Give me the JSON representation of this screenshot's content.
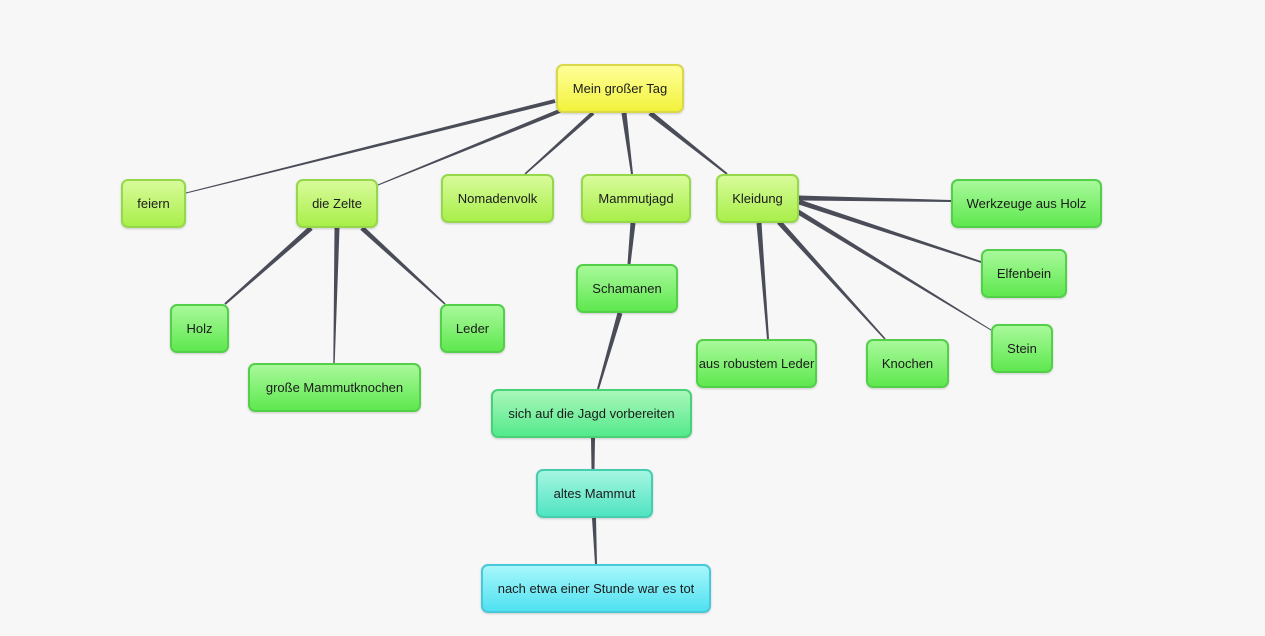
{
  "mindmap": {
    "nodes": [
      {
        "id": "root",
        "label": "Mein großer Tag",
        "color": "yellow"
      },
      {
        "id": "feiern",
        "label": "feiern",
        "color": "lime"
      },
      {
        "id": "zelte",
        "label": "die Zelte",
        "color": "lime"
      },
      {
        "id": "nomaden",
        "label": "Nomadenvolk",
        "color": "lime"
      },
      {
        "id": "mammutjagd",
        "label": "Mammutjagd",
        "color": "lime"
      },
      {
        "id": "kleidung",
        "label": "Kleidung",
        "color": "lime"
      },
      {
        "id": "werkzeuge",
        "label": "Werkzeuge aus Holz",
        "color": "green"
      },
      {
        "id": "elfenbein",
        "label": "Elfenbein",
        "color": "green"
      },
      {
        "id": "stein",
        "label": "Stein",
        "color": "green"
      },
      {
        "id": "knochen",
        "label": "Knochen",
        "color": "green"
      },
      {
        "id": "leder_robust",
        "label": "aus robustem Leder",
        "color": "green"
      },
      {
        "id": "holz",
        "label": "Holz",
        "color": "green"
      },
      {
        "id": "mammutknochen",
        "label": "große Mammutknochen",
        "color": "green"
      },
      {
        "id": "leder",
        "label": "Leder",
        "color": "green"
      },
      {
        "id": "schamanen",
        "label": "Schamanen",
        "color": "green"
      },
      {
        "id": "jagd",
        "label": "sich auf die Jagd vorbereiten",
        "color": "mint"
      },
      {
        "id": "altes",
        "label": "altes Mammut",
        "color": "teal"
      },
      {
        "id": "tot",
        "label": "nach etwa einer Stunde war es tot",
        "color": "cyan"
      }
    ],
    "edges": [
      [
        "root",
        "feiern"
      ],
      [
        "root",
        "zelte"
      ],
      [
        "root",
        "nomaden"
      ],
      [
        "root",
        "mammutjagd"
      ],
      [
        "root",
        "kleidung"
      ],
      [
        "zelte",
        "holz"
      ],
      [
        "zelte",
        "mammutknochen"
      ],
      [
        "zelte",
        "leder"
      ],
      [
        "mammutjagd",
        "schamanen"
      ],
      [
        "schamanen",
        "jagd"
      ],
      [
        "jagd",
        "altes"
      ],
      [
        "altes",
        "tot"
      ],
      [
        "kleidung",
        "werkzeuge"
      ],
      [
        "kleidung",
        "elfenbein"
      ],
      [
        "kleidung",
        "stein"
      ],
      [
        "kleidung",
        "knochen"
      ],
      [
        "kleidung",
        "leder_robust"
      ]
    ],
    "edge_color": "#4a4d57"
  }
}
